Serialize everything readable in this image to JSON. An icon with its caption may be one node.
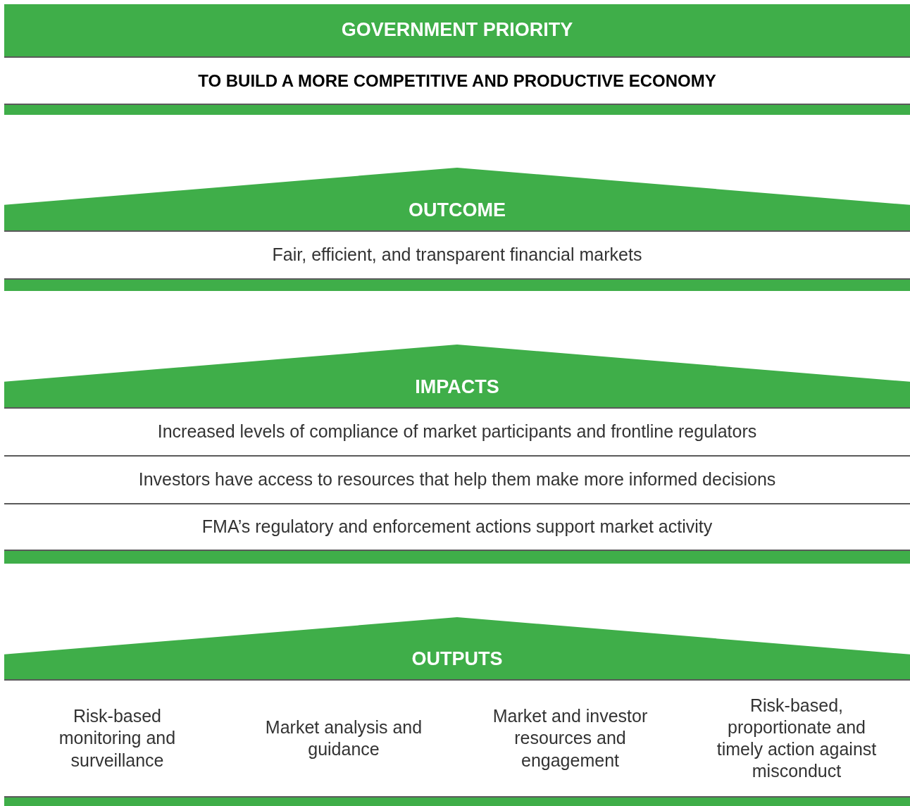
{
  "diagram": {
    "nodes": [
      {
        "text": [
          "GOVERNMENT PRIORITY"
        ]
      },
      {
        "text": [
          "TO BUILD A MORE COMPETITIVE AND PRODUCTIVE ECONOMY"
        ]
      },
      {
        "text": [],
        "shape": "bar"
      },
      {
        "text": [
          "OUTCOME"
        ]
      },
      {
        "text": [
          "Fair, efficient, and transparent financial markets"
        ]
      },
      {
        "text": [],
        "shape": "bar"
      },
      {
        "text": [
          "IMPACTS"
        ]
      },
      {
        "text": [
          "Increased levels of compliance of market participants and frontline regulators"
        ]
      },
      {
        "text": [
          "Investors have access to resources that help them make more informed decisions"
        ]
      },
      {
        "text": [
          "FMA’s regulatory and enforcement actions support market activity"
        ]
      },
      {
        "text": [],
        "shape": "bar"
      },
      {
        "text": [
          "OUTPUTS"
        ]
      },
      {
        "text": [
          "Risk-based monitoring and surveillance"
        ]
      },
      {
        "text": [
          "Market analysis and guidance"
        ]
      },
      {
        "text": [
          "Market and investor resources and engagement"
        ]
      },
      {
        "text": [
          "Risk-based, proportionate and timely action against misconduct"
        ]
      },
      {
        "text": [],
        "shape": "bar"
      }
    ],
    "edges": []
  }
}
